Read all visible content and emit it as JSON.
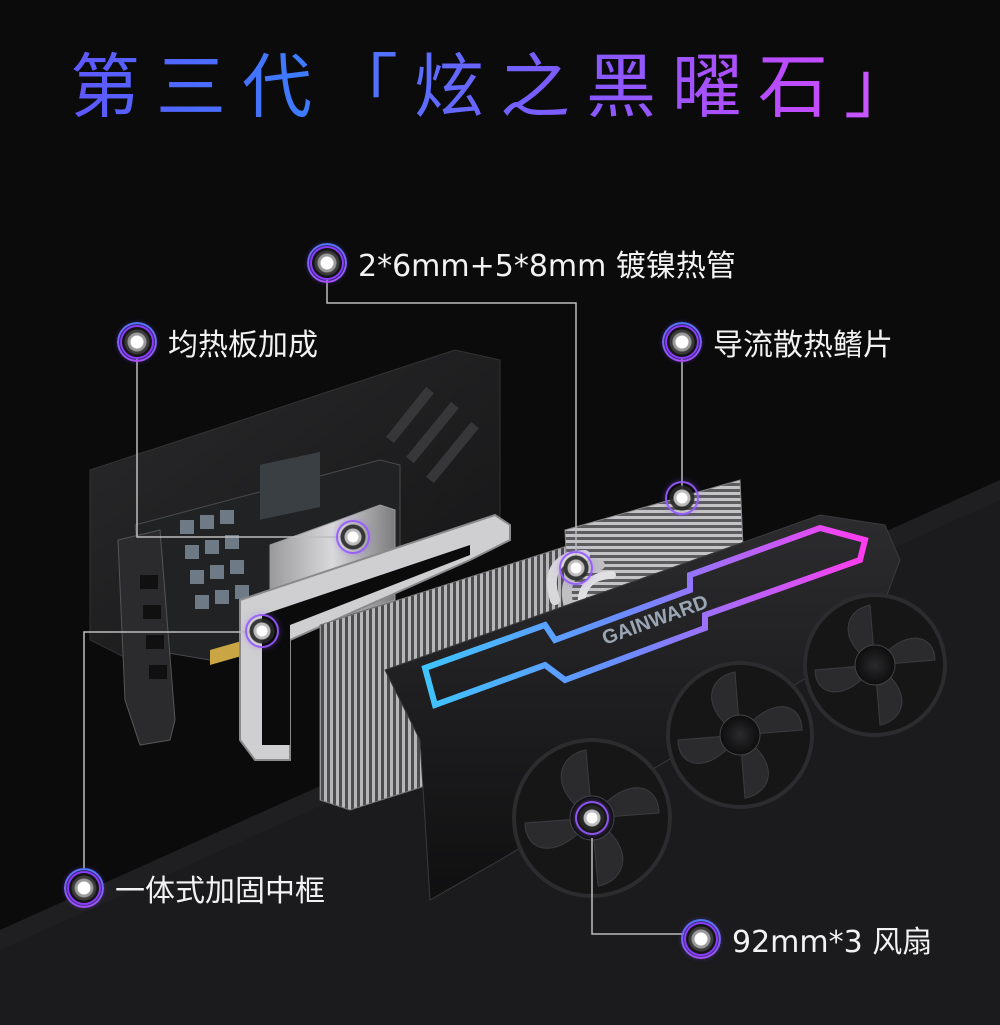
{
  "title": "第三代「炫之黑曜石」",
  "callouts": {
    "heatpipe": "2*6mm+5*8mm 镀镍热管",
    "vapor_chamber": "均热板加成",
    "fins": "导流散热鳍片",
    "frame": "一体式加固中框",
    "fans": "92mm*3 风扇"
  },
  "brand_text": "GAINWARD",
  "colors": {
    "title_gradient_start": "#6a4cff",
    "title_gradient_end": "#d36bff",
    "marker_glow": "#8a3cff",
    "rgb_blue": "#3fc4ff",
    "rgb_pink": "#ff3cf0",
    "background": "#0b0b0c"
  },
  "icons": [
    "callout-marker-icon",
    "fan-icon"
  ]
}
